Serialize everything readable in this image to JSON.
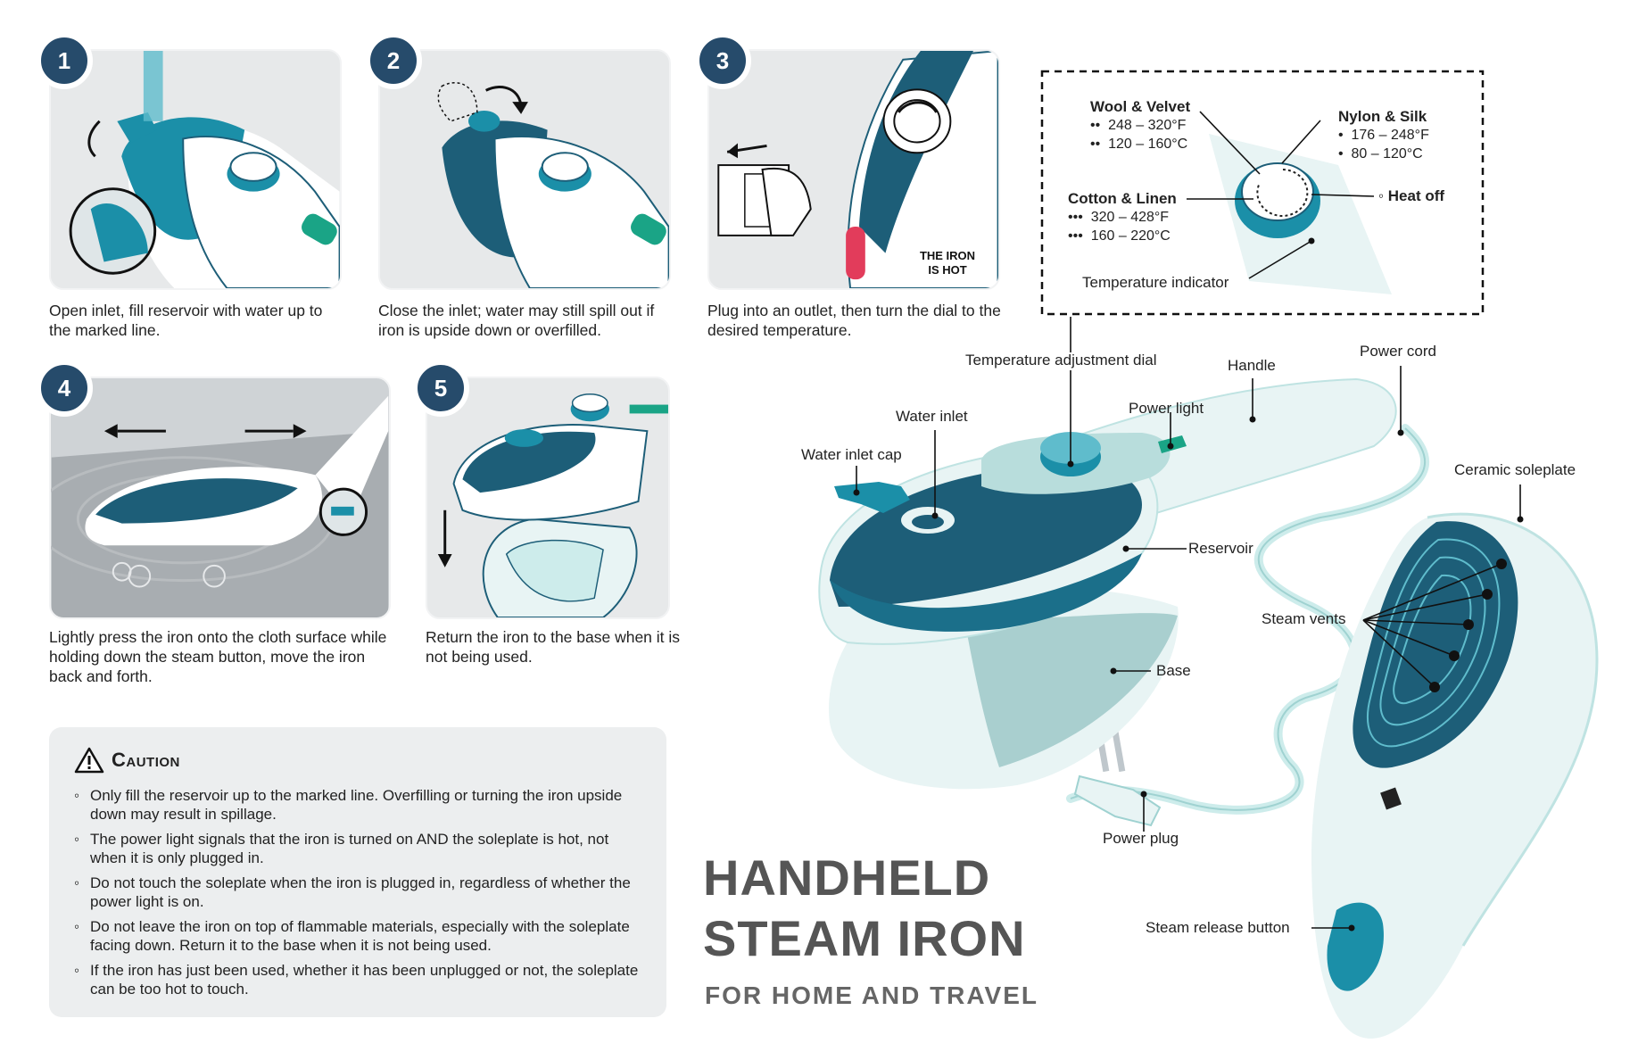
{
  "colors": {
    "teal_dark": "#1d5e78",
    "teal": "#1b8fa8",
    "teal_light": "#cdeceb",
    "navy": "#264b6b",
    "green": "#1aa486",
    "red_hot": "#e23c5b"
  },
  "steps": [
    {
      "number": "1",
      "caption": "Open inlet, fill reservoir with water up to the marked line."
    },
    {
      "number": "2",
      "caption": "Close the inlet; water may still spill out if iron is upside down or overfilled."
    },
    {
      "number": "3",
      "caption": "Plug into an outlet, then turn the dial to the desired temperature.",
      "hot_label": "THE IRON IS HOT"
    },
    {
      "number": "4",
      "caption": "Lightly press the iron onto the cloth surface while holding down the steam button, move the iron back and forth."
    },
    {
      "number": "5",
      "caption": "Return the iron to the base when it is not being used."
    }
  ],
  "temperature_panel": {
    "settings": [
      {
        "name": "Wool & Velvet",
        "dots": "••",
        "fahrenheit": "248 – 320°F",
        "celsius": "120 – 160°C"
      },
      {
        "name": "Nylon & Silk",
        "dots": "•",
        "fahrenheit": "176 – 248°F",
        "celsius": "80 – 120°C"
      },
      {
        "name": "Cotton & Linen",
        "dots": "•••",
        "fahrenheit": "320 – 428°F",
        "celsius": "160 – 220°C"
      }
    ],
    "heat_off": "Heat off",
    "heat_off_dot": "◦",
    "temperature_indicator": "Temperature indicator"
  },
  "parts": {
    "temperature_adjustment_dial": "Temperature adjustment dial",
    "handle": "Handle",
    "power_cord": "Power cord",
    "water_inlet": "Water inlet",
    "power_light": "Power light",
    "water_inlet_cap": "Water inlet cap",
    "ceramic_soleplate": "Ceramic soleplate",
    "reservoir": "Reservoir",
    "steam_vents": "Steam vents",
    "base": "Base",
    "power_plug": "Power plug",
    "steam_release_button": "Steam release button"
  },
  "caution": {
    "title": "Caution",
    "icon": "warning-triangle-icon",
    "items": [
      "Only fill the reservoir up to the marked line. Overfilling or turning the iron upside down may result in spillage.",
      "The power light signals that the iron is turned on AND the soleplate is hot, not when it is only plugged in.",
      "Do not touch the soleplate when the iron is plugged in, regardless of whether the power light is on.",
      "Do not leave the iron on top of flammable materials, especially with the soleplate facing down. Return it to the base when it is not being used.",
      "If the iron has just been used, whether it has been unplugged or not, the soleplate can be too hot to touch."
    ]
  },
  "title": {
    "line1": "HANDHELD",
    "line2": "STEAM IRON",
    "subtitle": "FOR HOME AND TRAVEL"
  }
}
